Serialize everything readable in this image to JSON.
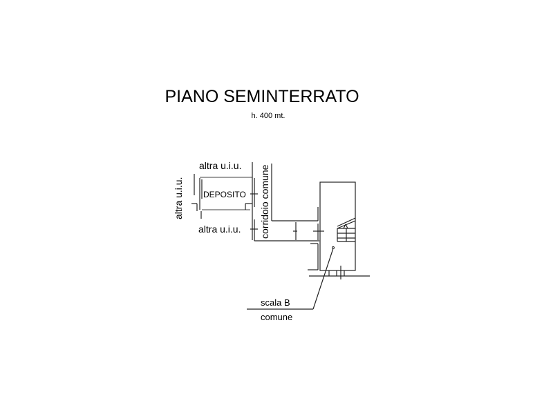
{
  "title": "PIANO SEMINTERRATO",
  "height_note": "h. 400 mt.",
  "labels": {
    "altra_top": "altra u.i.u.",
    "altra_left": "altra u.i.u.",
    "altra_bottom": "altra u.i.u.",
    "deposito": "DEPOSITO",
    "corridoio": "corridoio comune",
    "scala": "scala B",
    "comune": "comune"
  }
}
